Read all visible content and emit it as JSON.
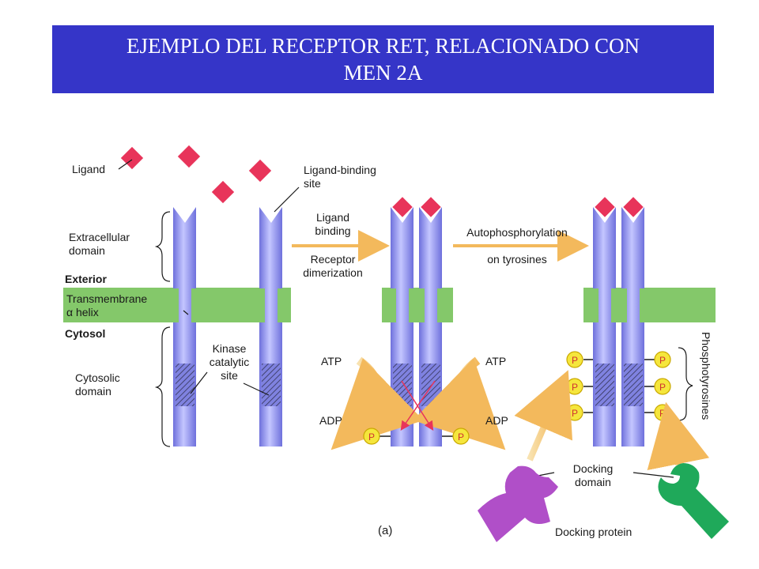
{
  "title": {
    "line1": "EJEMPLO DEL RECEPTOR RET, RELACIONADO CON",
    "line2": "MEN 2A"
  },
  "labels": {
    "ligand": "Ligand",
    "ligand_binding_site_1": "Ligand-binding",
    "ligand_binding_site_2": "site",
    "extracellular_1": "Extracellular",
    "extracellular_2": "domain",
    "exterior": "Exterior",
    "transmembrane_1": "Transmembrane",
    "transmembrane_2": "α helix",
    "cytosol": "Cytosol",
    "cytosolic_1": "Cytosolic",
    "cytosolic_2": "domain",
    "kinase_1": "Kinase",
    "kinase_2": "catalytic",
    "kinase_3": "site",
    "step1_top_1": "Ligand",
    "step1_top_2": "binding",
    "step1_bottom_1": "Receptor",
    "step1_bottom_2": "dimerization",
    "step2_top": "Autophosphorylation",
    "step2_bottom": "on tyrosines",
    "atp": "ATP",
    "adp": "ADP",
    "phospho": "P",
    "phosphotyrosines": "Phosphotyrosines",
    "docking_domain_1": "Docking",
    "docking_domain_2": "domain",
    "docking_protein": "Docking protein",
    "panel": "(a)"
  },
  "colors": {
    "title_bg": "#3535c8",
    "receptor": "#8b8ef0",
    "membrane": "#84c86a",
    "ligand": "#e8345a",
    "phosphate": "#f5e63c",
    "arrow": "#f6c86a",
    "docking_left": "#b04fc8",
    "docking_right": "#1fa95a"
  }
}
